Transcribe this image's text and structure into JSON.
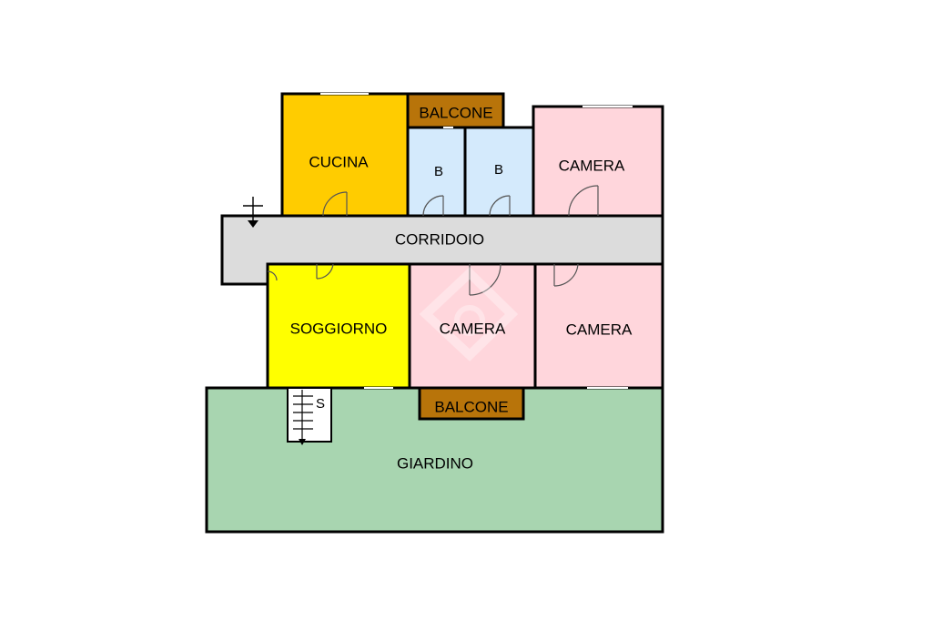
{
  "colors": {
    "corridor": "#dcdcdc",
    "kitchen": "#ffcc00",
    "living": "#ffff00",
    "balcony": "#b8740a",
    "bathroom": "#d4eafc",
    "bedroom": "#ffd6dc",
    "garden": "#a8d5b0",
    "wall": "#000000"
  },
  "rooms": {
    "balcone_top": "BALCONE",
    "cucina": "CUCINA",
    "bagno_1": "B",
    "bagno_2": "B",
    "camera_top": "CAMERA",
    "corridoio": "CORRIDOIO",
    "soggiorno": "SOGGIORNO",
    "camera_middle": "CAMERA",
    "camera_right": "CAMERA",
    "balcone_bottom": "BALCONE",
    "giardino": "GIARDINO",
    "scala": "S"
  },
  "icons": {
    "stair_symbol": "stair-arrow-icon",
    "watermark": "watermark-logo-icon"
  }
}
